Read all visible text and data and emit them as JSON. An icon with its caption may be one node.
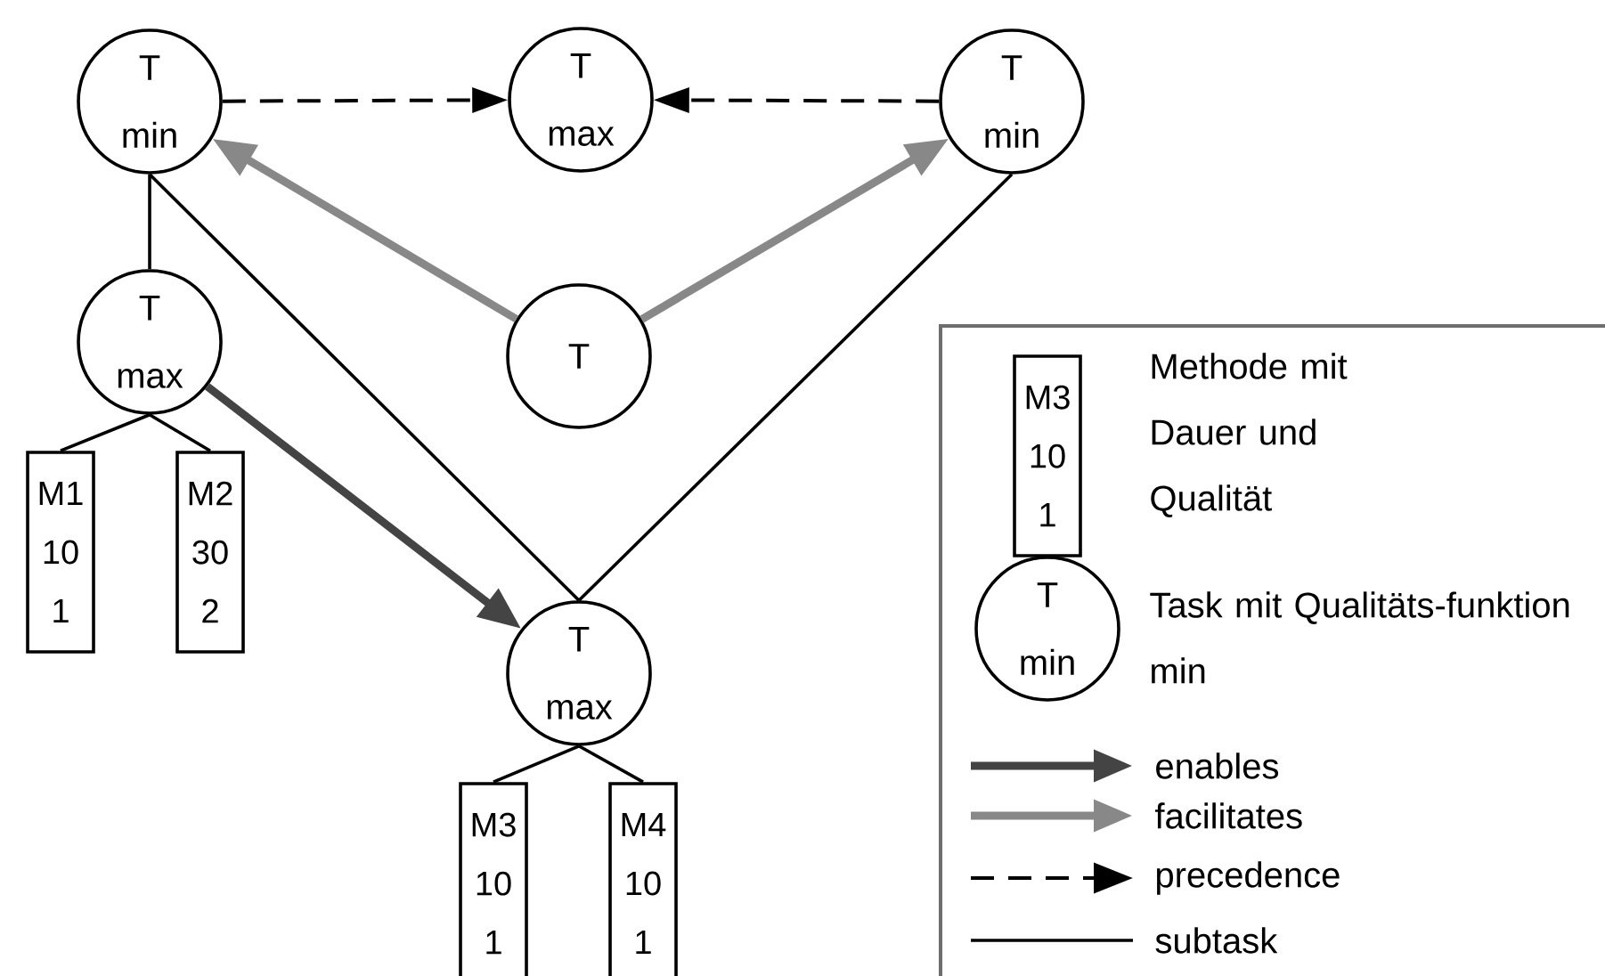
{
  "diagram": {
    "nodes": [
      {
        "text": [
          "T",
          "min"
        ]
      },
      {
        "text": [
          "T",
          "max"
        ]
      },
      {
        "text": [
          "T",
          "min"
        ]
      },
      {
        "text": [
          "T",
          "max"
        ]
      },
      {
        "text": [
          "T"
        ]
      },
      {
        "text": [
          "M1",
          "10",
          "1"
        ]
      },
      {
        "text": [
          "M2",
          "30",
          "2"
        ]
      },
      {
        "text": [
          "T",
          "max"
        ]
      },
      {
        "text": [
          "M3",
          "10",
          "1"
        ]
      },
      {
        "text": [
          "M4",
          "10",
          "1"
        ]
      },
      {
        "text": [
          "M3",
          "10",
          "1"
        ]
      },
      {
        "text": [
          "T",
          "min"
        ]
      }
    ],
    "edges": [
      {
        "from": 0,
        "to": 1,
        "arrow": "to",
        "style": "dashed"
      },
      {
        "from": 2,
        "to": 1,
        "arrow": "to",
        "style": "dashed"
      },
      {
        "from": 4,
        "to": 0,
        "arrow": "to",
        "style": "thick",
        "color": "#888888"
      },
      {
        "from": 4,
        "to": 2,
        "arrow": "to",
        "style": "thick",
        "color": "#888888"
      },
      {
        "from": 3,
        "to": 7,
        "arrow": "to",
        "style": "thick",
        "color": "#444444"
      },
      {
        "from": 0,
        "to": 3,
        "arrow": "none"
      },
      {
        "from": 0,
        "to": 7,
        "arrow": "none"
      },
      {
        "from": 2,
        "to": 7,
        "arrow": "none"
      },
      {
        "from": 3,
        "to": 5,
        "arrow": "none"
      },
      {
        "from": 3,
        "to": 6,
        "arrow": "none"
      },
      {
        "from": 7,
        "to": 8,
        "arrow": "none"
      },
      {
        "from": 7,
        "to": 9,
        "arrow": "none"
      }
    ],
    "legend": [
      {
        "text": "Methode mit Dauer und Qualität"
      },
      {
        "text": "Task mit Qualitäts-funktion min"
      },
      {
        "text": "enables"
      },
      {
        "text": "facilitates"
      },
      {
        "text": "precedence"
      },
      {
        "text": "subtask"
      }
    ]
  }
}
